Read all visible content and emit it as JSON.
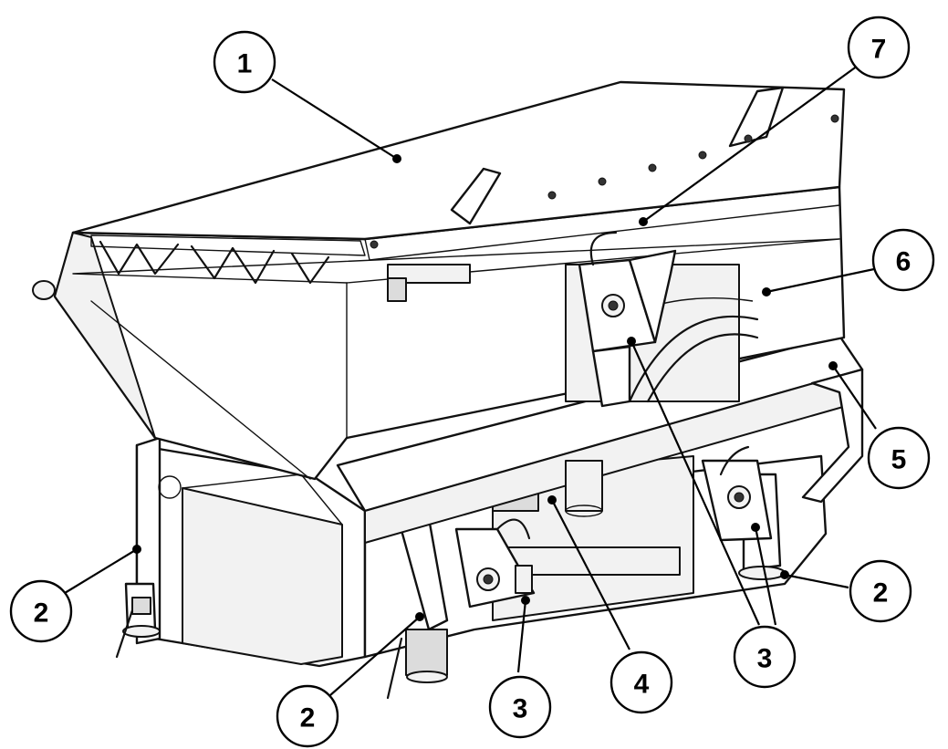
{
  "callouts": [
    {
      "id": "c1",
      "label": "1"
    },
    {
      "id": "c7",
      "label": "7"
    },
    {
      "id": "c6",
      "label": "6"
    },
    {
      "id": "c5",
      "label": "5"
    },
    {
      "id": "c2a",
      "label": "2"
    },
    {
      "id": "c2b",
      "label": "2"
    },
    {
      "id": "c2c",
      "label": "2"
    },
    {
      "id": "c3a",
      "label": "3"
    },
    {
      "id": "c3b",
      "label": "3"
    },
    {
      "id": "c4",
      "label": "4"
    }
  ]
}
